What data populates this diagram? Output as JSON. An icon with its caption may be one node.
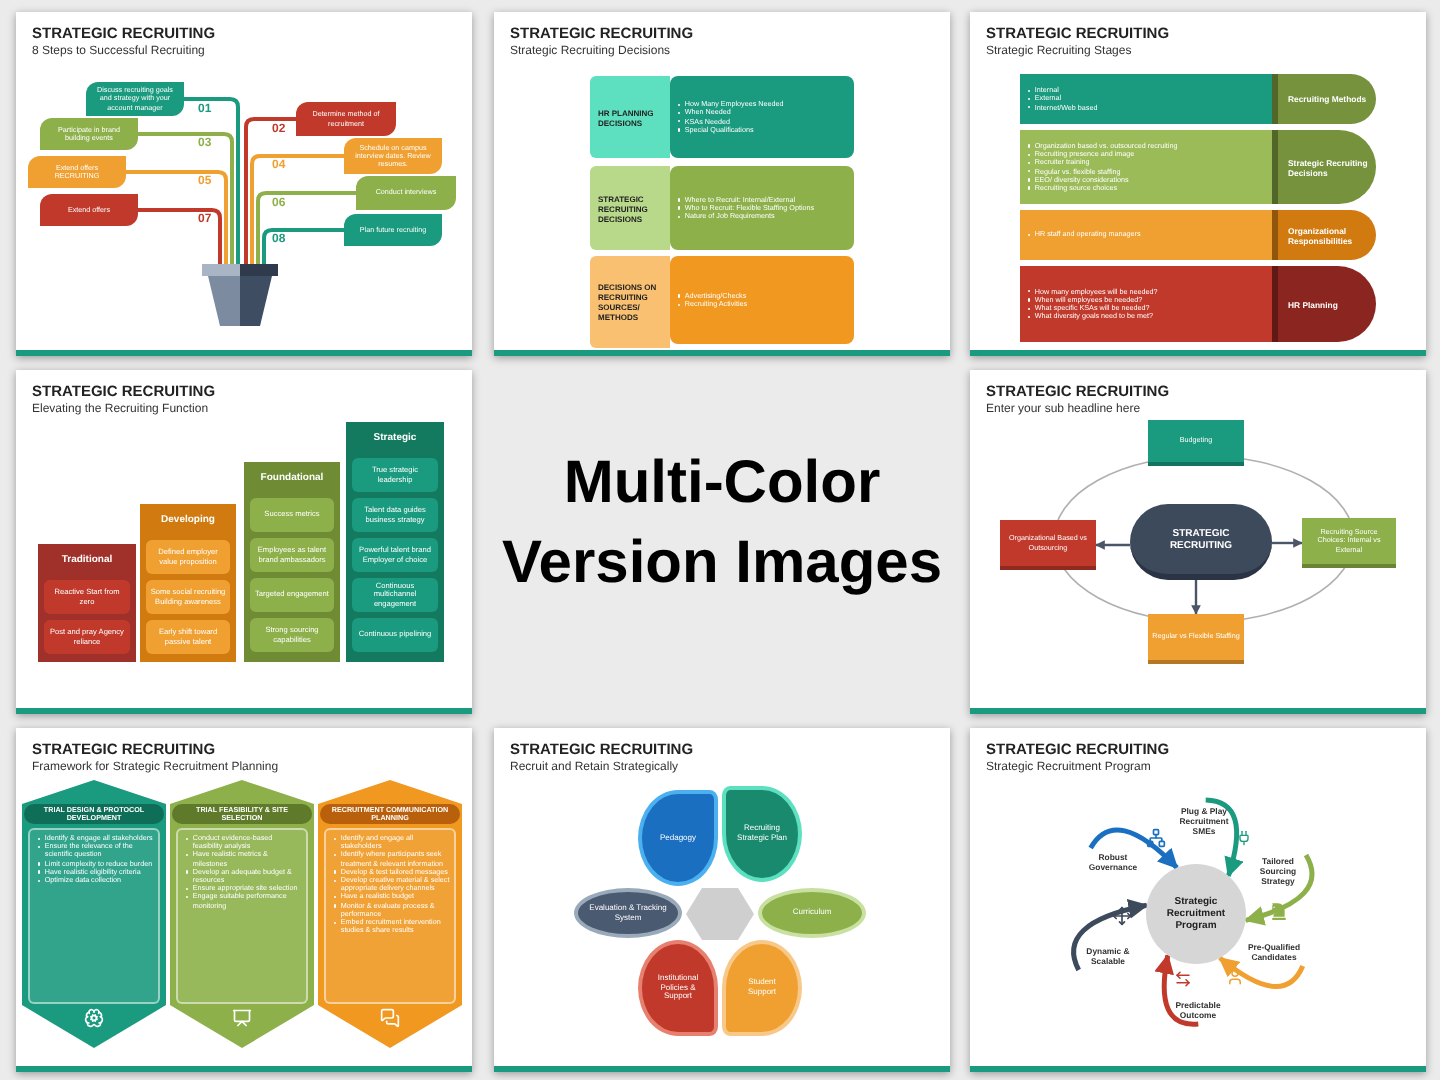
{
  "diagram": {
    "title": "Multi-Color Version Images",
    "nodes": [
      {
        "text": [
          "STRATEGIC RECRUITING",
          "8 Steps to Successful Recruiting"
        ]
      },
      {
        "text": [
          "Discuss recruiting goals and strategy with your account manager"
        ],
        "in": 0
      },
      {
        "text": [
          "Participate in brand building events"
        ],
        "in": 0
      },
      {
        "text": [
          "Extend offers RECRUITING"
        ],
        "in": 0
      },
      {
        "text": [
          "Extend offers"
        ],
        "in": 0
      },
      {
        "text": [
          "Determine method of recruitment"
        ],
        "in": 0
      },
      {
        "text": [
          "Schedule on campus interview dates. Review resumes."
        ],
        "in": 0
      },
      {
        "text": [
          "Conduct interviews"
        ],
        "in": 0
      },
      {
        "text": [
          "Plan future recruiting"
        ],
        "in": 0
      },
      {
        "text": [],
        "shape": "picture",
        "in": 0
      },
      {
        "text": [
          "STRATEGIC RECRUITING",
          "Strategic Recruiting Decisions"
        ]
      },
      {
        "text": [
          "HR PLANNING DECISIONS"
        ],
        "in": 10
      },
      {
        "text": [
          "How Many Employees Needed",
          "When Needed",
          "KSAs Needed",
          "Special Qualifications"
        ],
        "in": 10
      },
      {
        "text": [
          "STRATEGIC RECRUITING DECISIONS"
        ],
        "in": 10
      },
      {
        "text": [
          "Where to Recruit: Internal/External",
          "Who to Recruit: Flexible Staffing Options",
          "Nature of Job Requirements"
        ],
        "in": 10
      },
      {
        "text": [
          "DECISIONS ON RECRUITING SOURCES/ METHODS"
        ],
        "in": 10
      },
      {
        "text": [
          "Advertising/Checks",
          "Recruiting Activities"
        ],
        "in": 10
      },
      {
        "text": [
          "STRATEGIC RECRUITING",
          "Strategic Recruiting Stages"
        ]
      },
      {
        "text": [
          "Internal",
          "External",
          "Internet/Web based"
        ],
        "in": 17
      },
      {
        "text": [
          "Recruiting Methods"
        ],
        "in": 17
      },
      {
        "text": [
          "Organization based vs. outsourced recruiting",
          "Recruiting presence and image",
          "Recruiter training",
          "Regular vs. flexible staffing",
          "EEO/ diversity considerations",
          "Recruiting source choices"
        ],
        "in": 17
      },
      {
        "text": [
          "Strategic Recruiting Decisions"
        ],
        "in": 17
      },
      {
        "text": [
          "HR staff and operating managers"
        ],
        "in": 17
      },
      {
        "text": [
          "Organizational Responsibilities"
        ],
        "in": 17
      },
      {
        "text": [
          "How many employees will be needed?",
          "When will employees be needed?",
          "What specific KSAs will be needed?",
          "What diversity goals need to be met?"
        ],
        "in": 17
      },
      {
        "text": [
          "HR Planning"
        ],
        "in": 17
      },
      {
        "text": [
          "STRATEGIC RECRUITING",
          "Elevating the Recruiting Function"
        ]
      },
      {
        "text": [
          "Traditional"
        ],
        "in": 26
      },
      {
        "text": [
          "Reactive Start from zero"
        ],
        "in": 27
      },
      {
        "text": [
          "Post and pray Agency reliance"
        ],
        "in": 27
      },
      {
        "text": [
          "Developing"
        ],
        "in": 26
      },
      {
        "text": [
          "Defined employer value proposition"
        ],
        "in": 30
      },
      {
        "text": [
          "Some social recruiting Building awareness"
        ],
        "in": 30
      },
      {
        "text": [
          "Early shift toward passive talent"
        ],
        "in": 30
      },
      {
        "text": [
          "Foundational"
        ],
        "in": 26
      },
      {
        "text": [
          "Success metrics"
        ],
        "in": 34
      },
      {
        "text": [
          "Employees as talent brand ambassadors"
        ],
        "in": 34
      },
      {
        "text": [
          "Targeted engagement"
        ],
        "in": 34
      },
      {
        "text": [
          "Strong sourcing capabilities"
        ],
        "in": 34
      },
      {
        "text": [
          "Strategic"
        ],
        "in": 26
      },
      {
        "text": [
          "True strategic leadership"
        ],
        "in": 39
      },
      {
        "text": [
          "Talent data guides business strategy"
        ],
        "in": 39
      },
      {
        "text": [
          "Powerful talent brand Employer of choice"
        ],
        "in": 39
      },
      {
        "text": [
          "Continuous multichannel engagement"
        ],
        "in": 39
      },
      {
        "text": [
          "Continuous pipelining"
        ],
        "in": 39
      },
      {
        "text": [
          "STRATEGIC RECRUITING",
          "Enter your sub headline here"
        ]
      },
      {
        "text": [
          "Budgeting"
        ],
        "in": 45
      },
      {
        "text": [
          "Organizational Based vs Outsourcing"
        ],
        "in": 45
      },
      {
        "text": [
          "STRATEGIC RECRUITING"
        ],
        "in": 45
      },
      {
        "text": [
          "Recruiting Source Choices: Internal vs External"
        ],
        "in": 45
      },
      {
        "text": [
          "Regular vs Flexible Staffing"
        ],
        "in": 45
      },
      {
        "text": [
          "STRATEGIC RECRUITING",
          "Framework for Strategic Recruitment Planning"
        ]
      },
      {
        "text": [
          "TRIAL DESIGN & PROTOCOL DEVELOPMENT"
        ],
        "in": 51
      },
      {
        "text": [
          "Identify & engage all stakeholders",
          "Ensure the relevance of the scientific question",
          "Limit complexity to reduce burden",
          "Have realistic eligibility criteria",
          "Optimize data collection"
        ],
        "in": 52
      },
      {
        "text": [
          "TRIAL FEASIBILITY & SITE SELECTION"
        ],
        "in": 51
      },
      {
        "text": [
          "Conduct evidence-based feasibility analysis",
          "Have realistic metrics & milestones",
          "Develop an adequate budget & resources",
          "Ensure appropriate site selection",
          "Engage suitable performance monitoring"
        ],
        "in": 54
      },
      {
        "text": [
          "RECRUITMENT COMMUNICATION PLANNING"
        ],
        "in": 51
      },
      {
        "text": [
          "Identify and engage all stakeholders",
          "Identify where participants seek treatment & relevant information",
          "Develop & test tailored messages",
          "Develop creative material & select appropriate delivery channels",
          "Have a realistic budget",
          "Monitor & evaluate process & performance",
          "Embed recruitment intervention studies & share results"
        ],
        "in": 56
      },
      {
        "text": [
          "STRATEGIC RECRUITING",
          "Recruit and Retain Strategically"
        ]
      },
      {
        "text": [
          "Pedagogy"
        ],
        "in": 58
      },
      {
        "text": [
          "Recruiting Strategic Plan"
        ],
        "in": 58
      },
      {
        "text": [
          "Evaluation & Tracking System"
        ],
        "in": 58
      },
      {
        "text": [
          "Curriculum"
        ],
        "in": 58
      },
      {
        "text": [
          "Institutional Policies & Support"
        ],
        "in": 58
      },
      {
        "text": [
          "Student Support"
        ],
        "in": 58
      },
      {
        "text": [
          "STRATEGIC RECRUITING",
          "Strategic Recruitment Program"
        ]
      },
      {
        "text": [
          "Plug & Play Recruitment SMEs"
        ],
        "in": 65
      },
      {
        "text": [
          "Robust Governance"
        ],
        "in": 65
      },
      {
        "text": [
          "Tailored Sourcing Strategy"
        ],
        "in": 65
      },
      {
        "text": [
          "Strategic Recruitment Program"
        ],
        "in": 65
      },
      {
        "text": [
          "Dynamic & Scalable"
        ],
        "in": 65
      },
      {
        "text": [
          "Pre-Qualified Candidates"
        ],
        "in": 65
      },
      {
        "text": [
          "Predictable Outcome"
        ],
        "in": 65
      }
    ],
    "edges": [
      {
        "from": 9,
        "to": 1,
        "arrow": "none",
        "color": "#1a9a7e"
      },
      {
        "from": 9,
        "to": 2,
        "arrow": "none",
        "color": "#8db04a"
      },
      {
        "from": 9,
        "to": 3,
        "arrow": "none",
        "color": "#f0a030"
      },
      {
        "from": 9,
        "to": 4,
        "arrow": "none",
        "color": "#c0392b"
      },
      {
        "from": 9,
        "to": 5,
        "arrow": "none",
        "color": "#c0392b"
      },
      {
        "from": 9,
        "to": 6,
        "arrow": "none",
        "color": "#f0a030"
      },
      {
        "from": 9,
        "to": 7,
        "arrow": "none",
        "color": "#8db04a"
      },
      {
        "from": 9,
        "to": 8,
        "arrow": "none",
        "color": "#1a9a7e"
      },
      {
        "from": 48,
        "to": 47,
        "arrow": "to"
      },
      {
        "from": 48,
        "to": 49,
        "arrow": "to"
      },
      {
        "from": 48,
        "to": 50,
        "arrow": "to"
      },
      {
        "from": 66,
        "to": 69,
        "arrow": "to",
        "color": "#1a9a7e"
      },
      {
        "from": 67,
        "to": 69,
        "arrow": "to",
        "color": "#1a6fc0"
      },
      {
        "from": 68,
        "to": 69,
        "arrow": "to",
        "color": "#8db04a"
      },
      {
        "from": 70,
        "to": 69,
        "arrow": "to",
        "color": "#3d4a5c"
      },
      {
        "from": 71,
        "to": 69,
        "arrow": "to",
        "color": "#f0a030"
      },
      {
        "from": 72,
        "to": 69,
        "arrow": "to",
        "color": "#c0392b"
      }
    ],
    "labels": [
      "01",
      "02",
      "03",
      "04",
      "05",
      "06",
      "07",
      "08"
    ]
  }
}
